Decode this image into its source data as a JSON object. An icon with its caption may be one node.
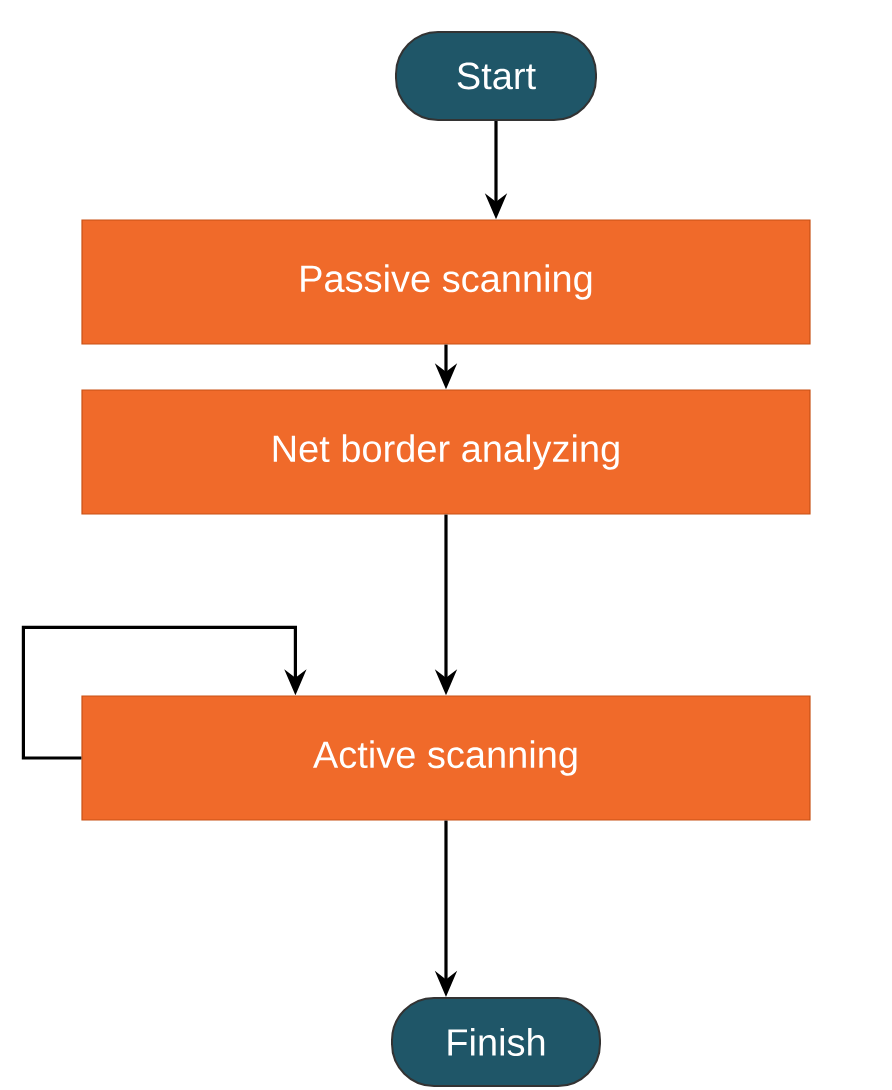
{
  "diagram": {
    "nodes": [
      {
        "text": [
          "Start"
        ]
      },
      {
        "text": [
          "Passive scanning"
        ]
      },
      {
        "text": [
          "Net border analyzing"
        ]
      },
      {
        "text": [
          "Active scanning"
        ]
      },
      {
        "text": [
          "Finish"
        ]
      }
    ],
    "edges": [
      {
        "from": 0,
        "to": 1,
        "arrow": "to"
      },
      {
        "from": 1,
        "to": 2,
        "arrow": "to"
      },
      {
        "from": 2,
        "to": 3,
        "arrow": "to"
      },
      {
        "from": 3,
        "to": 3,
        "arrow": "to"
      },
      {
        "from": 3,
        "to": 4,
        "arrow": "to"
      }
    ]
  }
}
